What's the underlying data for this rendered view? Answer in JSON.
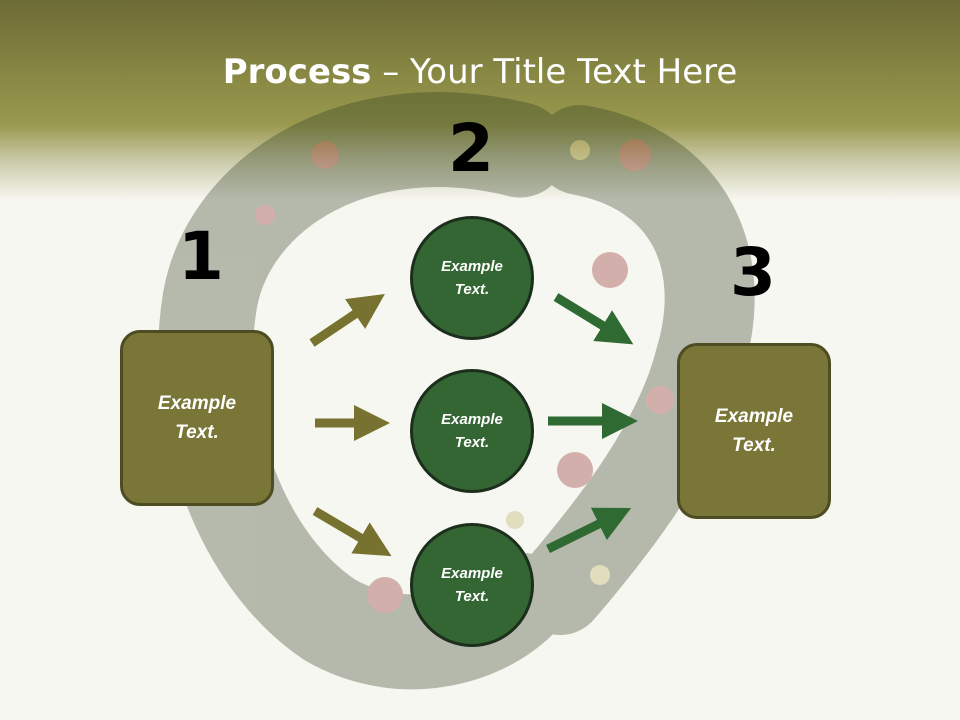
{
  "slide": {
    "title_bold": "Process",
    "title_rest": " – Your Title Text Here"
  },
  "steps": {
    "num1": "1",
    "num2": "2",
    "num3": "3"
  },
  "boxes": {
    "left": "Example Text.",
    "right": "Example Text."
  },
  "circles": {
    "top": "Example Text.",
    "middle": "Example Text.",
    "bottom": "Example Text."
  },
  "colors": {
    "header": "#7f7d3e",
    "box_fill": "#7a7638",
    "circle_fill": "#336633",
    "arrow_olive": "#77722f",
    "arrow_green": "#2f6a33"
  }
}
